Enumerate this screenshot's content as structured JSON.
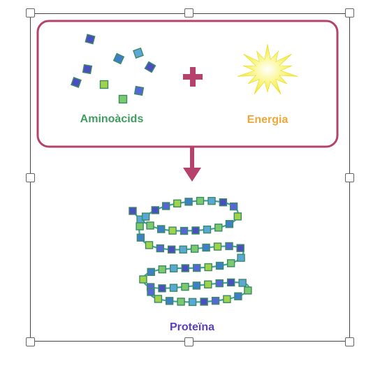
{
  "diagram": {
    "amino_label": "Aminoàcids",
    "energy_label": "Energia",
    "protein_label": "Proteïna",
    "colors": {
      "inputs_border": "#b5426b",
      "plus": "#b5426b",
      "arrow": "#b5426b",
      "amino_text": "#3f9d5f",
      "energy_text": "#eea83a",
      "protein_text": "#5a3fc4",
      "helix_line": "#3aa3a0",
      "sun": "#f5ee3a"
    },
    "icons": [
      "plus-icon",
      "sun-burst-icon",
      "down-arrow-icon",
      "protein-helix-icon",
      "selection-handle-icon"
    ]
  }
}
